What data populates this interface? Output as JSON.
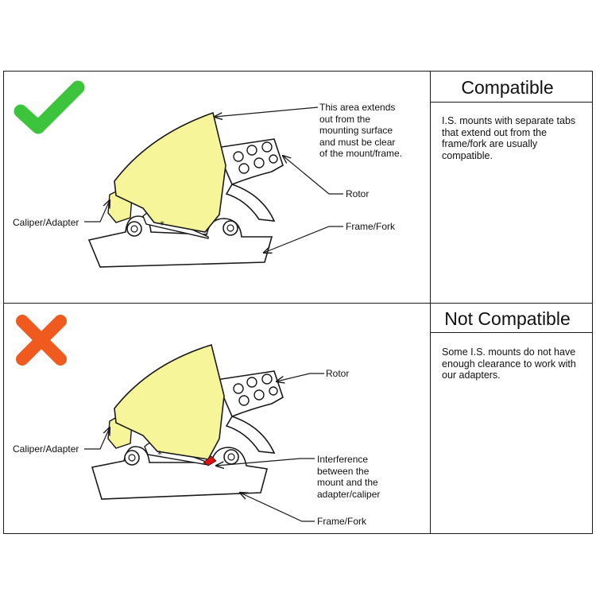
{
  "compatible": {
    "header": "Compatible",
    "description": "I.S. mounts with separate tabs that extend out from the frame/fork are usually compatible.",
    "callout_area": [
      "This area extends",
      "out from the",
      "mounting surface",
      "and must be clear",
      "of the mount/frame."
    ],
    "label_rotor": "Rotor",
    "label_caliper": "Caliper/Adapter",
    "label_frame": "Frame/Fork",
    "status_icon": "check-mark-icon",
    "status_color": "#3dc43d"
  },
  "not_compatible": {
    "header": "Not Compatible",
    "description": "Some I.S. mounts do not have enough clearance to work with our adapters.",
    "label_rotor": "Rotor",
    "label_caliper": "Caliper/Adapter",
    "callout_interference": [
      "Interference",
      "between the",
      "mount and the",
      "adapter/caliper"
    ],
    "label_frame": "Frame/Fork",
    "status_icon": "x-mark-icon",
    "status_color": "#f05a1e",
    "interference_color": "#e01010"
  },
  "colors": {
    "caliper_fill": "#f6f59a",
    "line": "#1a1a1a"
  }
}
